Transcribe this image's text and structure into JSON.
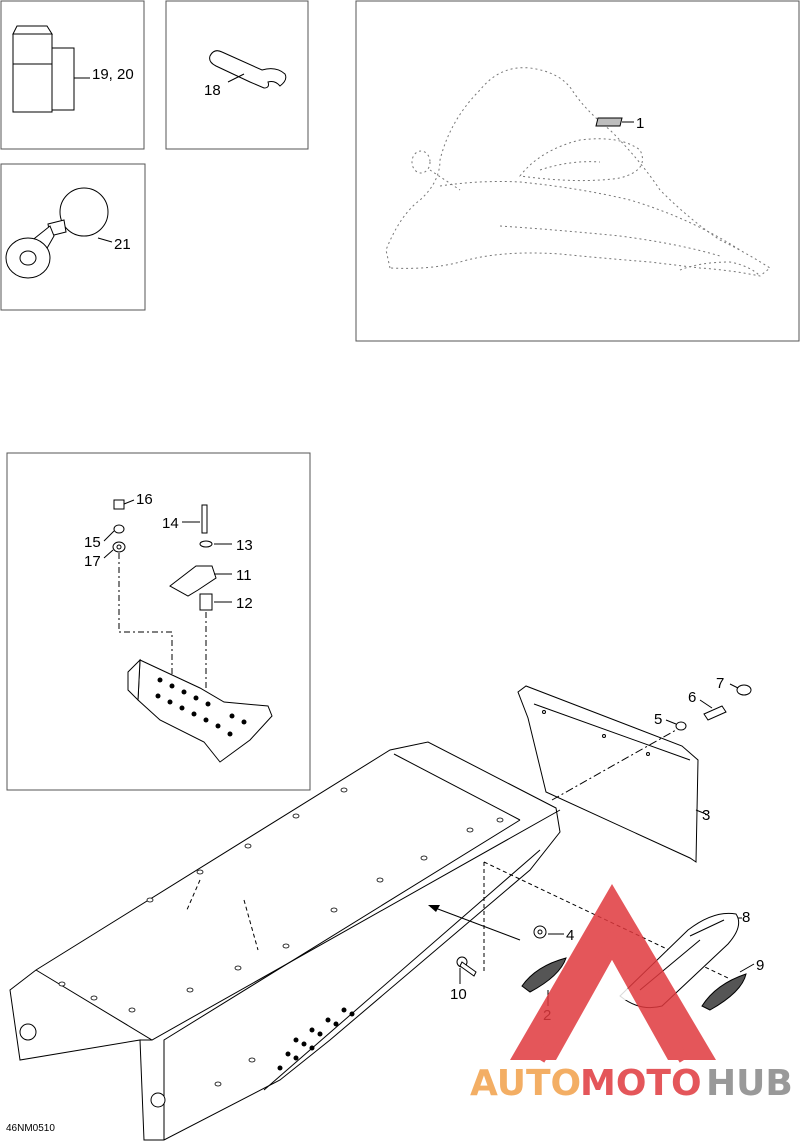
{
  "callouts": {
    "c1": "1",
    "c2": "2",
    "c3": "3",
    "c4": "4",
    "c5": "5",
    "c6": "6",
    "c7": "7",
    "c8": "8",
    "c9": "9",
    "c10": "10",
    "c11": "11",
    "c12": "12",
    "c13": "13",
    "c14": "14",
    "c15": "15",
    "c16": "16",
    "c17": "17",
    "c18": "18",
    "c1920": "19, 20",
    "c21": "21"
  },
  "diagram_code": "46NM0510",
  "watermark": {
    "part1": "AUTO",
    "part2": "MOTO",
    "part3": "HUB"
  },
  "colors": {
    "watermark_red": "#e0393e",
    "watermark_orange": "#f2a14a",
    "watermark_gray": "#888888"
  }
}
